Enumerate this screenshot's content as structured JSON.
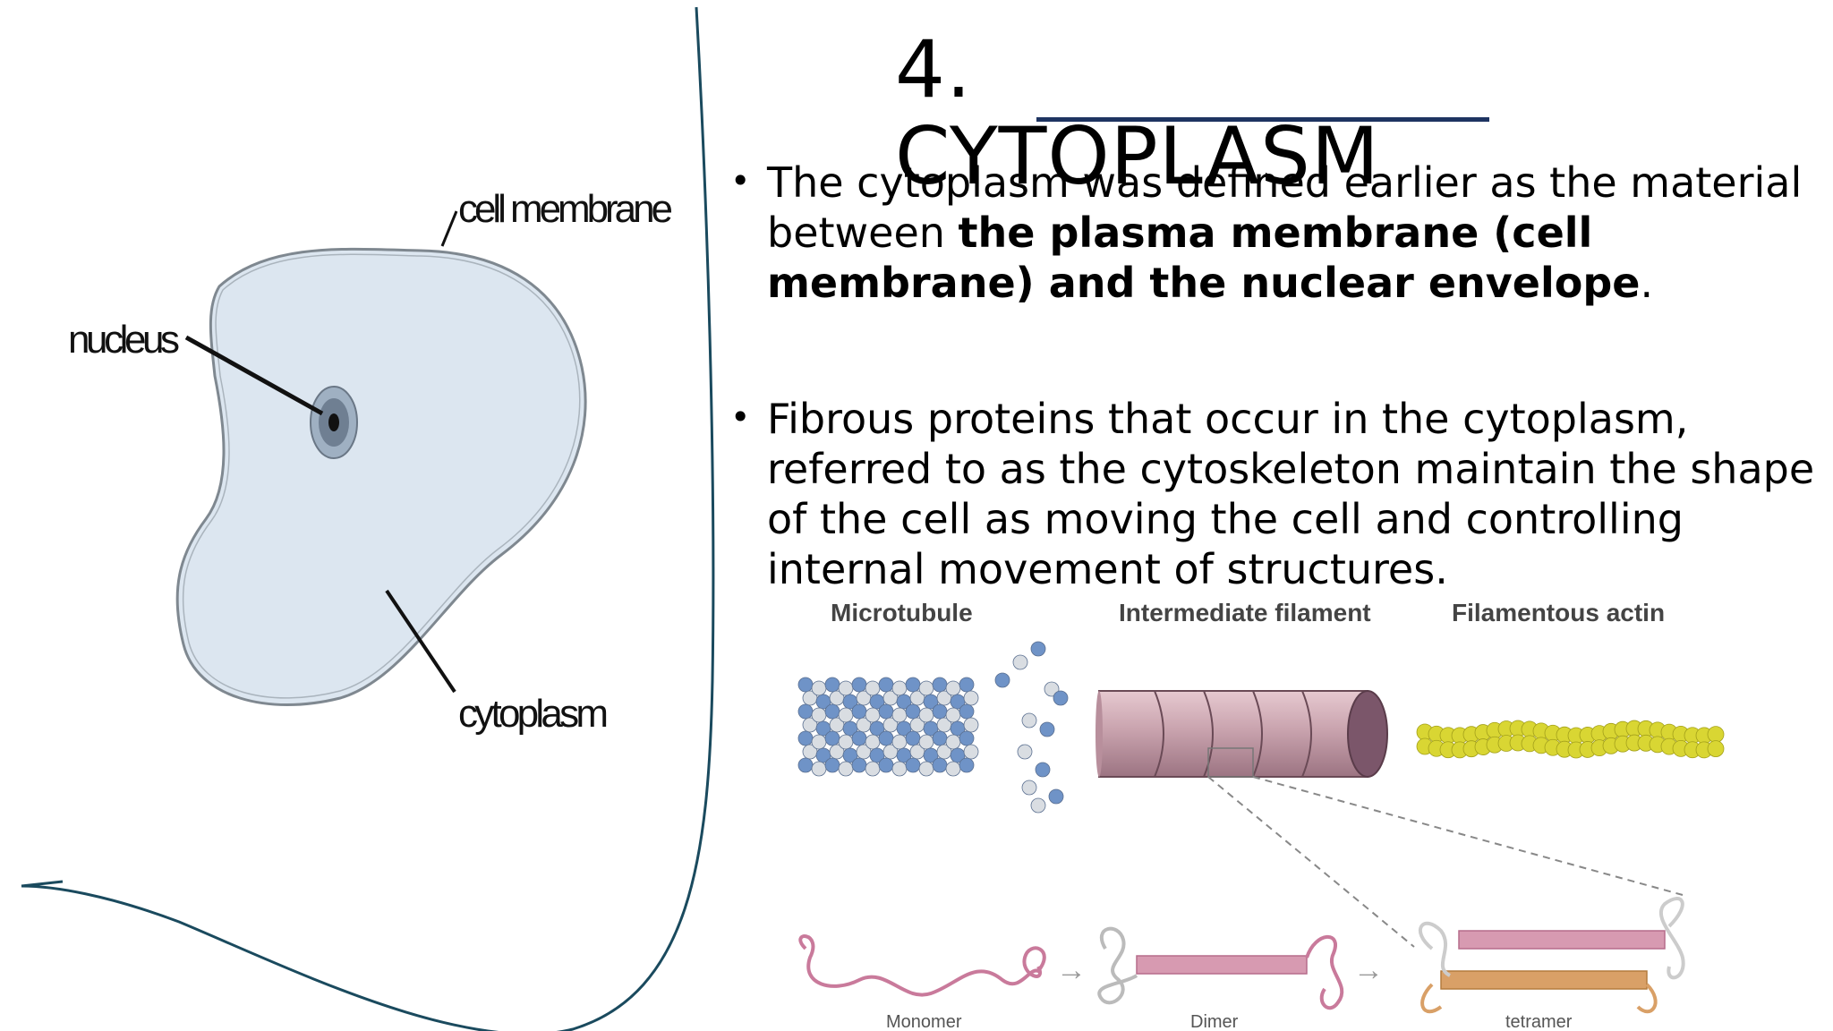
{
  "slide": {
    "title": "4. CYTOPLASM",
    "bullets": [
      {
        "parts": [
          {
            "text": "The cytoplasm was defined earlier as the material between ",
            "bold": false
          },
          {
            "text": "the plasma membrane (cell membrane) and the nuclear envelope",
            "bold": true
          },
          {
            "text": ".",
            "bold": false
          }
        ]
      },
      {
        "parts": [
          {
            "text": "Fibrous proteins that occur in the cytoplasm, referred to as the cytoskeleton maintain the shape of the cell as moving the cell and controlling internal movement of structures.",
            "bold": false
          }
        ]
      }
    ]
  },
  "cell_diagram": {
    "labels": {
      "membrane": "cell membrane",
      "nucleus": "nucleus",
      "cytoplasm": "cytoplasm"
    },
    "colors": {
      "cell_fill": "#dce6f0",
      "cell_outline": "#7f8890",
      "divider": "#1a4a5e"
    }
  },
  "cytoskeleton_figure": {
    "filaments": {
      "microtubule": "Microtubule",
      "intermediate": "Intermediate filament",
      "actin": "Filamentous actin"
    },
    "assembly": {
      "monomer": "Monomer",
      "dimer": "Dimer",
      "tetramer": "tetramer"
    },
    "colors": {
      "tubulin_blue": "#6f93c7",
      "tubulin_white": "#d9dde2",
      "intermediate_body": "#c9a3ae",
      "intermediate_end": "#7b566a",
      "actin_yellow": "#d9d633",
      "monomer_pink": "#c97a9b",
      "tetramer_orange": "#d9a067"
    }
  }
}
